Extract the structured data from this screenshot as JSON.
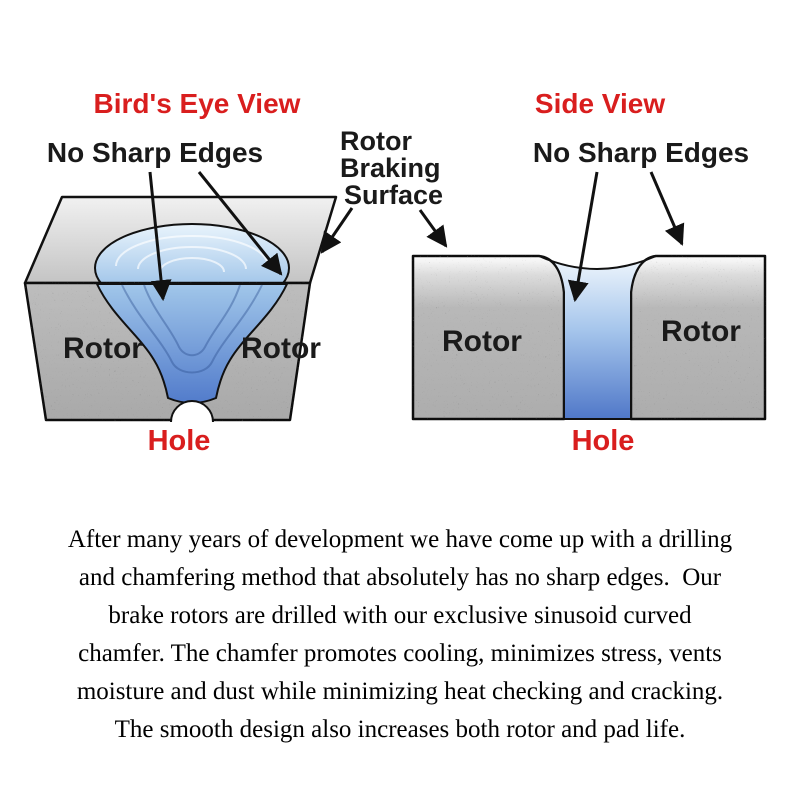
{
  "birds_eye": {
    "title": "Bird's Eye View",
    "no_sharp_edges_label": "No Sharp Edges",
    "rotor_left_label": "Rotor",
    "rotor_right_label": "Rotor",
    "hole_label": "Hole"
  },
  "center_label": {
    "line1": "Rotor",
    "line2": "Braking",
    "line3": "Surface"
  },
  "side_view": {
    "title": "Side View",
    "no_sharp_edges_label": "No Sharp Edges",
    "rotor_left_label": "Rotor",
    "rotor_right_label": "Rotor",
    "hole_label": "Hole"
  },
  "colors": {
    "heading_red": "#d91e1e",
    "label_black": "#1a1a1a",
    "rotor_gray": "#b2b2b2",
    "hole_blue_dark": "#4a74c8",
    "hole_blue_light": "#e9f4fc"
  },
  "paragraph": {
    "lines": [
      "After many years of development we have come up with a drilling",
      "and chamfering method that absolutely has no sharp edges.  Our",
      "brake rotors are drilled with our exclusive sinusoid curved",
      "chamfer. The chamfer promotes cooling, minimizes stress, vents",
      "moisture and dust while minimizing heat checking and cracking.",
      "The smooth design also increases both rotor and pad life."
    ]
  }
}
